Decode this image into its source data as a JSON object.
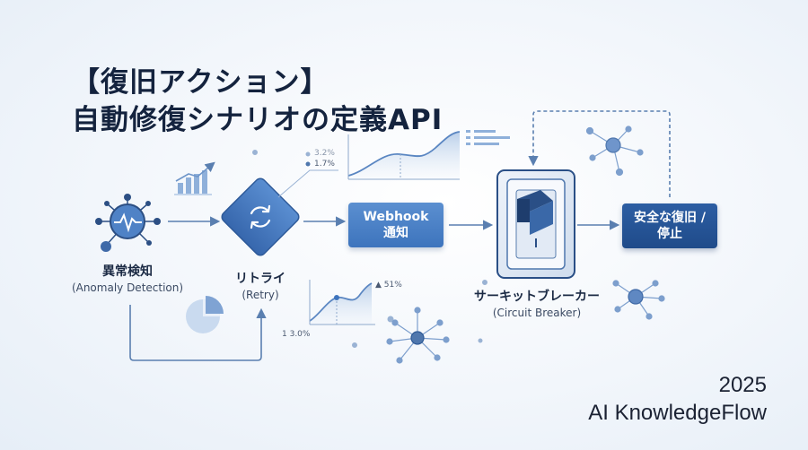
{
  "title": {
    "line1": "【復旧アクション】",
    "line2": "自動修復シナリオの定義API"
  },
  "nodes": {
    "anomaly": {
      "label_jp": "異常検知",
      "label_en": "(Anomaly Detection)",
      "icon": "heartbeat-monitor-icon"
    },
    "retry": {
      "label_jp": "リトライ",
      "label_en": "(Retry)",
      "icon": "refresh-icon"
    },
    "webhook": {
      "line1": "Webhook",
      "line2": "通知"
    },
    "breaker": {
      "label_jp": "サーキットブレーカー",
      "label_en": "(Circuit Breaker)",
      "icon": "toggle-switch-icon"
    },
    "safe": {
      "line1": "安全な復旧 /",
      "line2": "停止"
    }
  },
  "stats": {
    "s1": "3.2%",
    "s2": "1.7%",
    "s3": "▲ 51%",
    "s4": "1 3.0%"
  },
  "footer": {
    "year": "2025",
    "brand": "AI KnowledgeFlow"
  },
  "colors": {
    "primary": "#3d74bd",
    "dark": "#1f4b8a",
    "line": "#5a7fb0",
    "text": "#14233e"
  }
}
